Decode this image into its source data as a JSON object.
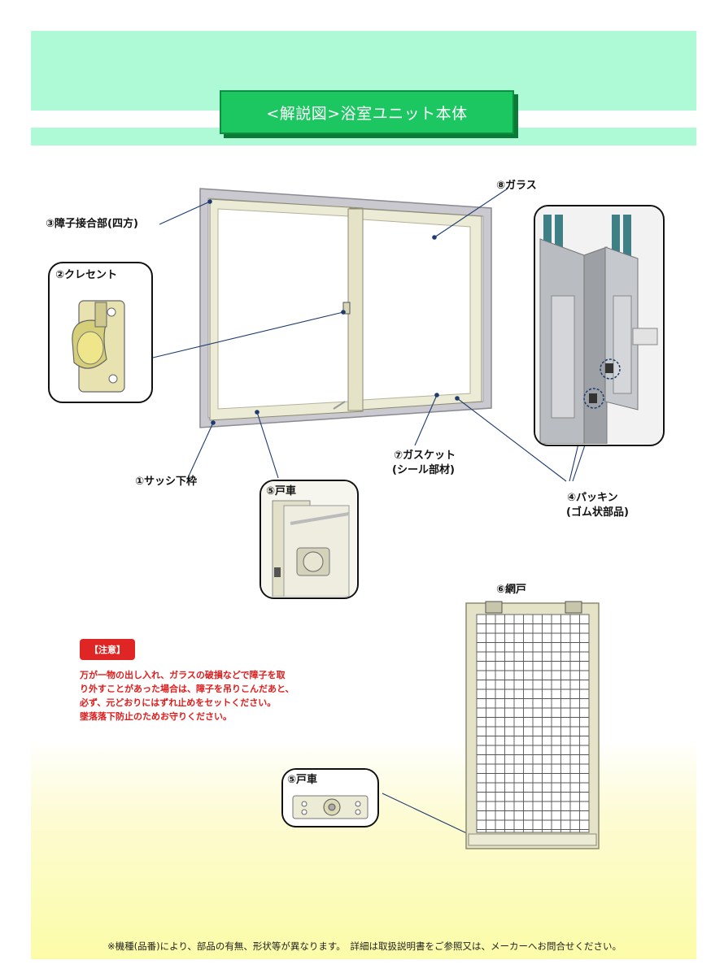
{
  "title": "<解説図>浴室ユニット本体",
  "labels": {
    "sash_bottom": "①サッシ下枠",
    "crescent": "②クレセント",
    "muntin_joint": "③障子接合部(四方)",
    "packing_1": "④パッキン",
    "packing_2": "(ゴム状部品)",
    "roller_top": "⑤戸車",
    "roller_bottom": "⑤戸車",
    "screen": "⑥網戸",
    "gasket_1": "⑦ガスケット",
    "gasket_2": "(シール部材)",
    "glass": "⑧ガラス"
  },
  "caution": {
    "badge": "【注意】",
    "lines": [
      "万が一物の出し入れ、ガラスの破損などで障子を取",
      "り外すことがあった場合は、障子を吊りこんだあと、",
      "必ず、元どおりにはずれ止めをセットください。",
      "墜落落下防止のためお守りください。"
    ]
  },
  "footer": "※機種(品番)により、部品の有無、形状等が異なります。　詳細は取扱説明書をご参照又は、メーカーへお問合せください。",
  "colors": {
    "header_band": "#aefad7",
    "title_banner": "#1cc661",
    "caution_red": "#e01b1b",
    "frame_gray": "#c9c9cf",
    "sash_cream": "#ecebd6",
    "leader_line": "#1e3a6e"
  }
}
